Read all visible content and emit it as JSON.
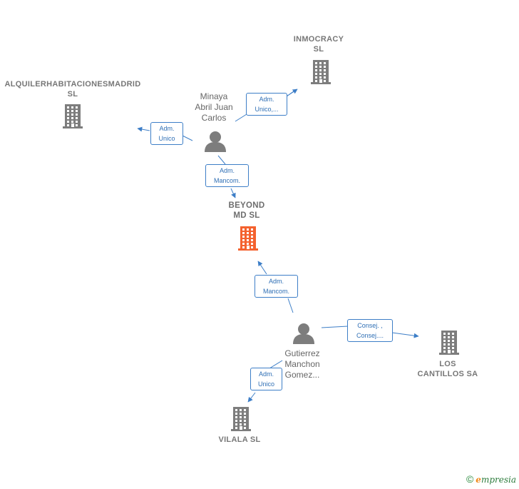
{
  "nodes": {
    "alquiler": {
      "name_line1": "ALQUILERHABITACIONESMADRID",
      "name_line2": "SL"
    },
    "inmocracy": {
      "name_line1": "INMOCRACY",
      "name_line2": "SL"
    },
    "beyond": {
      "name_line1": "BEYOND",
      "name_line2": "MD  SL"
    },
    "los_cantillos": {
      "name_line1": "LOS",
      "name_line2": "CANTILLOS SA"
    },
    "vilala": {
      "name_line1": "VILALA  SL"
    },
    "minaya": {
      "name_line1": "Minaya",
      "name_line2": "Abril Juan",
      "name_line3": "Carlos"
    },
    "gutierrez": {
      "name_line1": "Gutierrez",
      "name_line2": "Manchon",
      "name_line3": "Gomez..."
    }
  },
  "relations": {
    "minaya_inmocracy": {
      "line1": "Adm.",
      "line2": "Unico,..."
    },
    "minaya_alquiler": {
      "line1": "Adm.",
      "line2": "Unico"
    },
    "minaya_beyond": {
      "line1": "Adm.",
      "line2": "Mancom."
    },
    "gutierrez_beyond": {
      "line1": "Adm.",
      "line2": "Mancom."
    },
    "gutierrez_cantillos": {
      "line1": "Consej. ,",
      "line2": "Consej...."
    },
    "gutierrez_vilala": {
      "line1": "Adm.",
      "line2": "Unico"
    }
  },
  "colors": {
    "highlight": "#f4622f",
    "building": "#7d7d7d",
    "person": "#7d7d7d",
    "edge": "#3d7ec7"
  },
  "footer": {
    "copyright": "©",
    "brand_first": "e",
    "brand_rest": "mpresia"
  }
}
